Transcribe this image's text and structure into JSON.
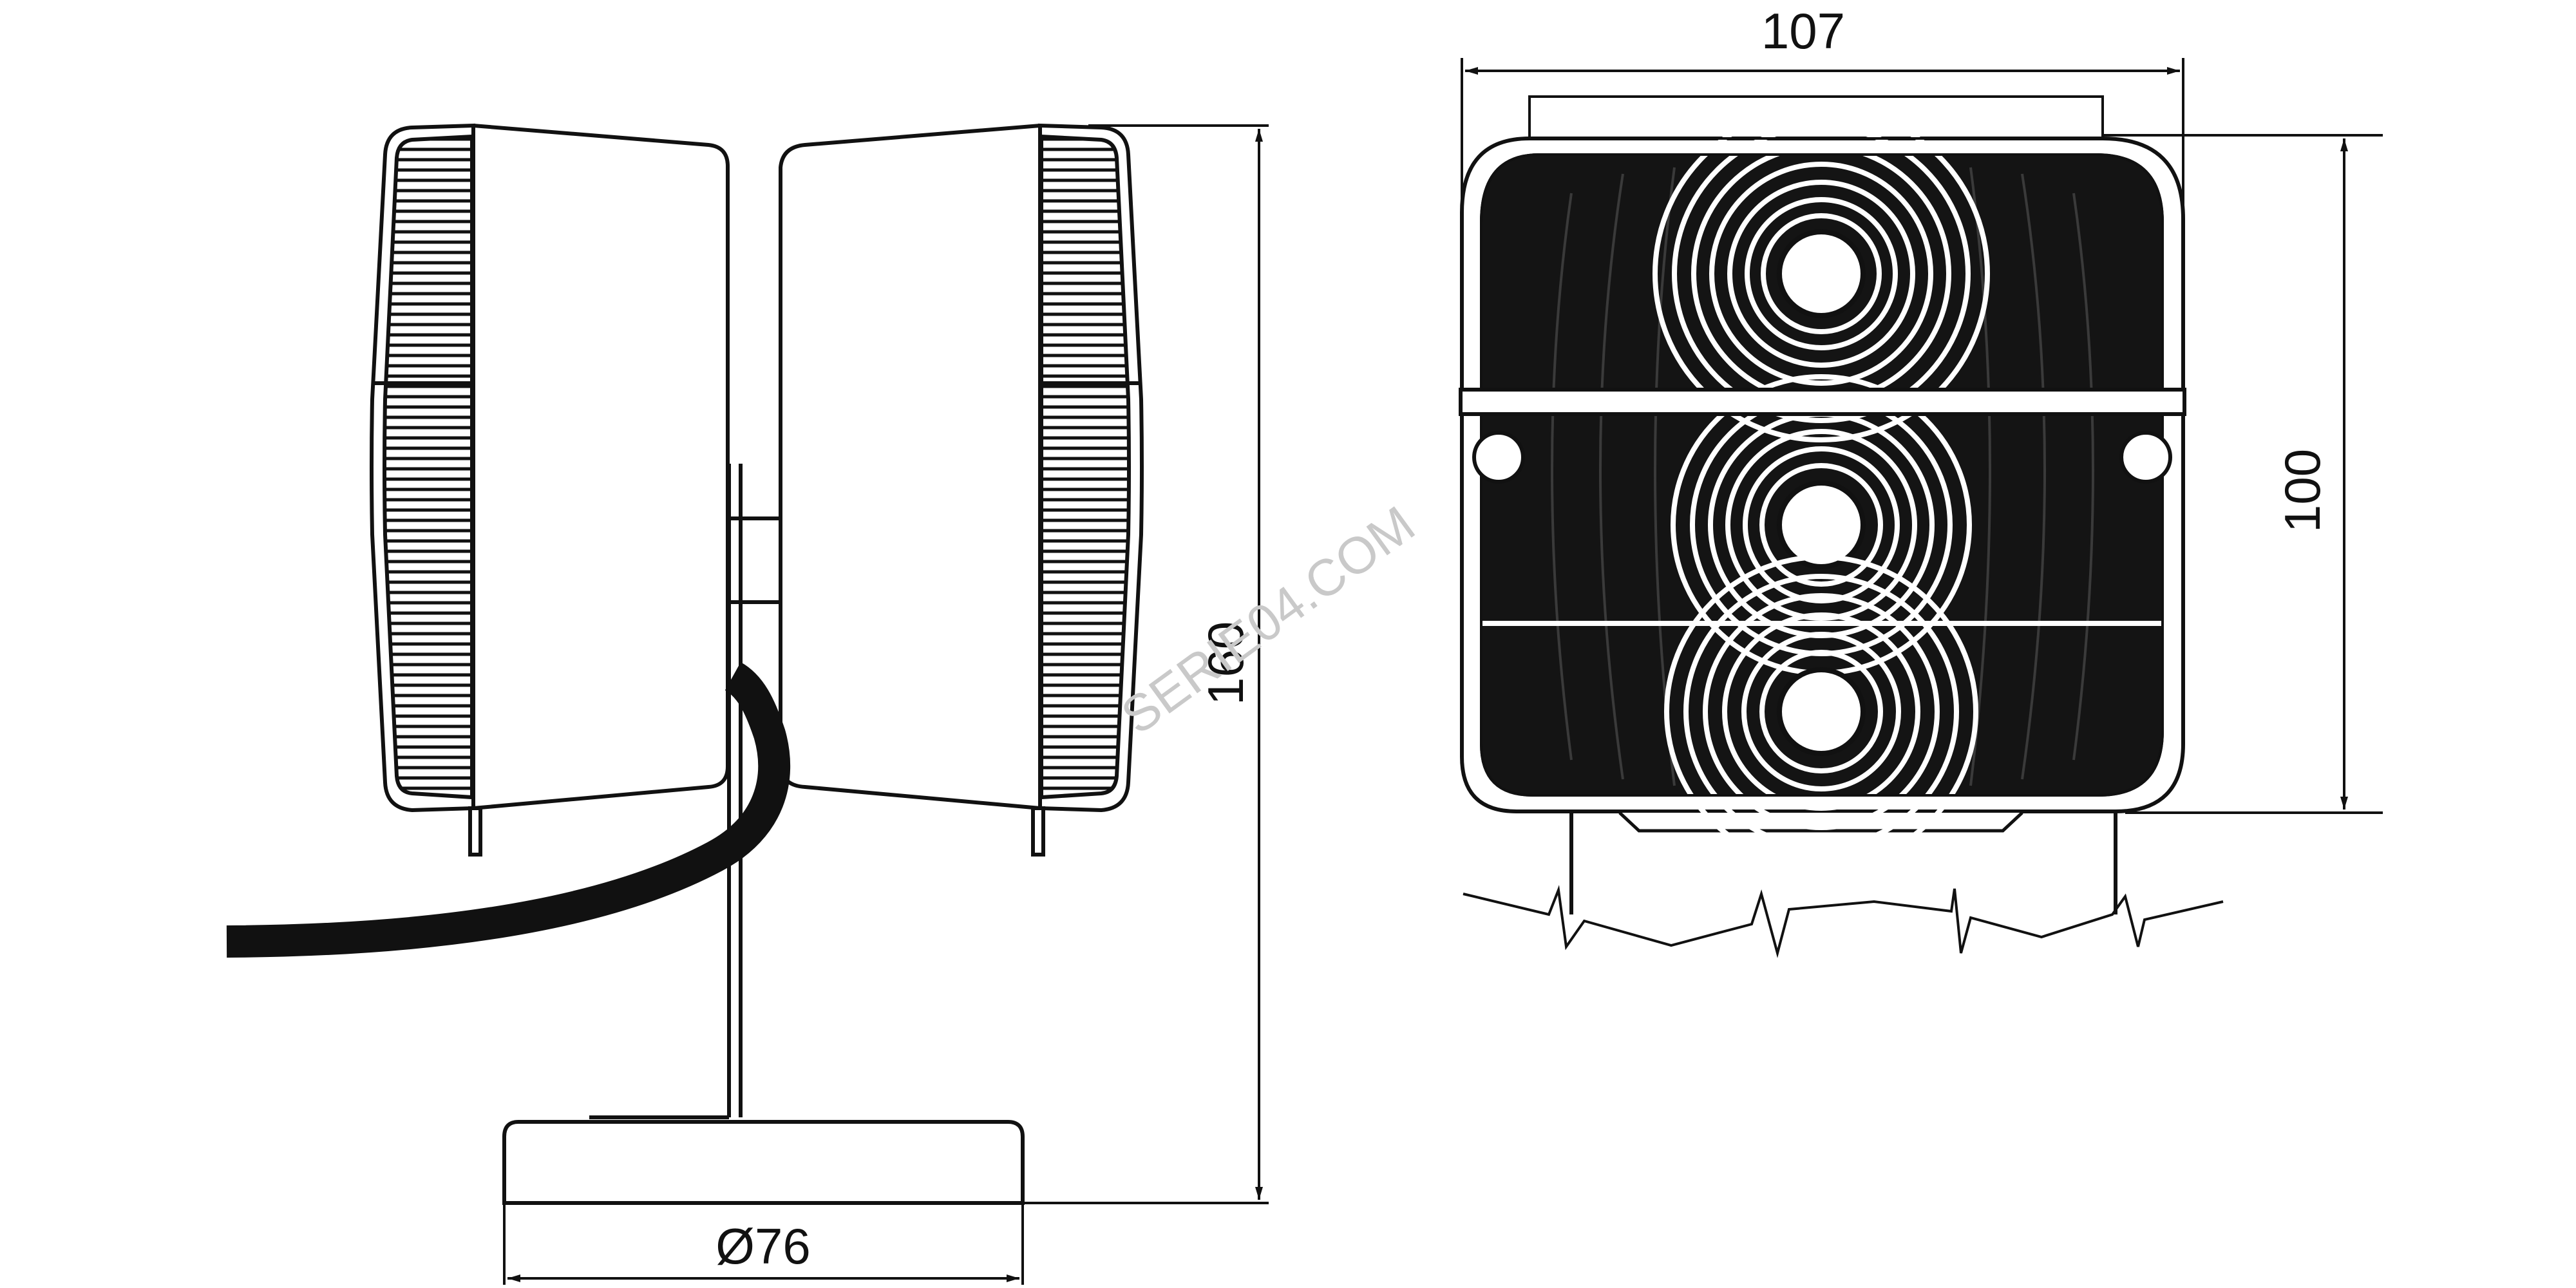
{
  "drawing": {
    "watermark": "SERIE04.COM",
    "colors": {
      "line": "#111111",
      "lens": "#141414",
      "ring": "#ffffff",
      "background": "#ffffff",
      "watermark": "#c9c9c9"
    },
    "dimensions": {
      "width": "107",
      "height": "100",
      "overall_height": "160",
      "base_diameter": "Ø76"
    }
  }
}
